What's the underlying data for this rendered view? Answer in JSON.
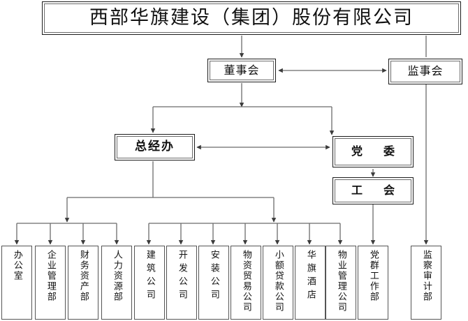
{
  "meta": {
    "kind": "organization-chart",
    "language": "zh-CN"
  },
  "root": {
    "label": "西部华旗建设（集团）股份有限公司"
  },
  "tier2": [
    {
      "id": "board-of-directors",
      "label": "董事会"
    },
    {
      "id": "board-of-supervisors",
      "label": "监事会"
    }
  ],
  "tier3": [
    {
      "id": "general-manager-office",
      "label": "总经办"
    },
    {
      "id": "party-committee",
      "label": "党　委"
    },
    {
      "id": "labor-union",
      "label": "工　会"
    }
  ],
  "departments": [
    {
      "id": "office",
      "label": "办公室"
    },
    {
      "id": "enterprise-management-dept",
      "label": "企业管理部"
    },
    {
      "id": "finance-asset-dept",
      "label": "财务资产部"
    },
    {
      "id": "human-resources-dept",
      "label": "人力资源部"
    },
    {
      "id": "construction-company",
      "label": "建筑公司"
    },
    {
      "id": "development-company",
      "label": "开发公司"
    },
    {
      "id": "installation-company",
      "label": "安装公司"
    },
    {
      "id": "materials-trading-company",
      "label": "物资贸易公司"
    },
    {
      "id": "microloan-company",
      "label": "小额贷款公司"
    },
    {
      "id": "huaqi-hotel",
      "label": "华旗酒店"
    },
    {
      "id": "property-management-company",
      "label": "物业管理公司"
    },
    {
      "id": "party-mass-work-dept",
      "label": "党群工作部"
    },
    {
      "id": "supervision-audit-dept",
      "label": "监察审计部"
    }
  ],
  "colors": {
    "background": "#ffffff",
    "box_border": "#4a4a4a",
    "line": "#555555",
    "text": "#111111"
  }
}
